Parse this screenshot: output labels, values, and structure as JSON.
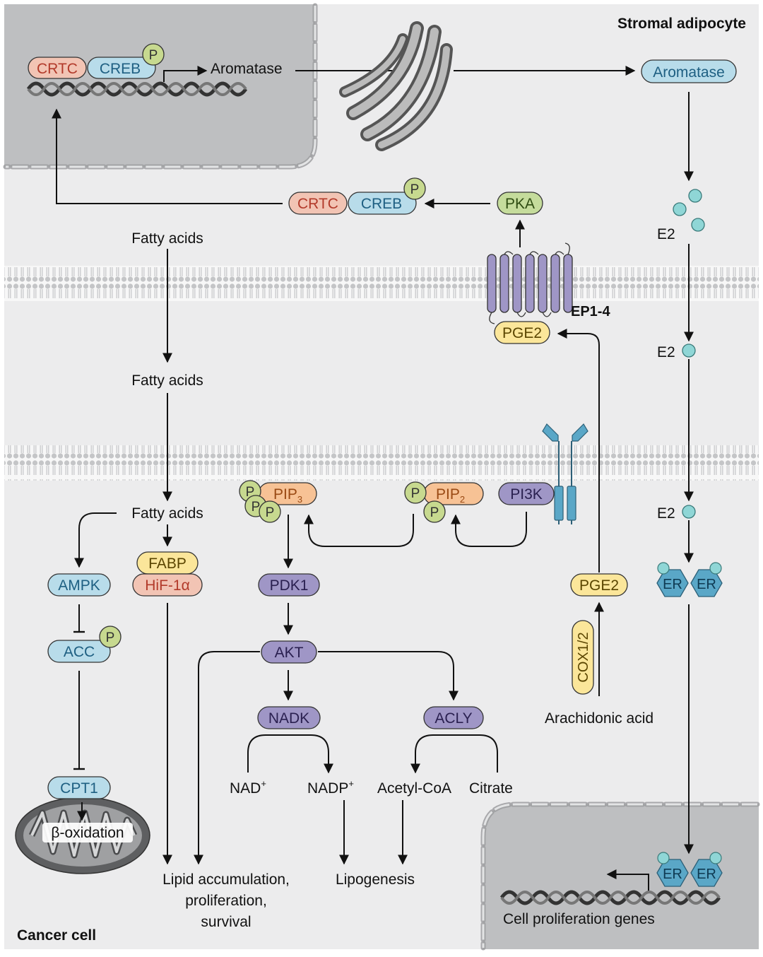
{
  "regions": {
    "stromal_adipocyte": "Stromal adipocyte",
    "cancer_cell": "Cancer cell",
    "ep_receptor": "EP1-4"
  },
  "proteins": {
    "crtc_top": "CRTC",
    "creb_top": "CREB",
    "crtc_mid": "CRTC",
    "creb_mid": "CREB",
    "pka": "PKA",
    "aromatase_protein": "Aromatase",
    "pge2_receptor": "PGE2",
    "pge2_lower": "PGE2",
    "cox": "COX1/2",
    "ampk": "AMPK",
    "acc": "ACC",
    "cpt1": "CPT1",
    "fabp": "FABP",
    "hif": "HiF-1α",
    "pdk1": "PDK1",
    "akt": "AKT",
    "nadk": "NADK",
    "acly": "ACLY",
    "pi3k": "PI3K",
    "er": "ER",
    "phospho": "P"
  },
  "labels": {
    "aromatase_gene": "Aromatase",
    "fatty_acids": "Fatty acids",
    "e2": "E2",
    "arachidonic_acid": "Arachidonic acid",
    "beta_oxidation": "β-oxidation",
    "nad": "NAD",
    "nadp": "NADP",
    "plus": "+",
    "acetyl_coa": "Acetyl-CoA",
    "citrate": "Citrate",
    "lipogenesis": "Lipogenesis",
    "lipid_line1": "Lipid accumulation,",
    "lipid_line2": "proliferation,",
    "lipid_line3": "survival",
    "cell_prolif_genes": "Cell proliferation genes",
    "pip3": "PIP",
    "pip3_sub": "3",
    "pip2": "PIP",
    "pip2_sub": "2"
  },
  "colors": {
    "crtc": "#f2c4b4",
    "creb": "#b8dcea",
    "phospho": "#c7d98f",
    "pka": "#c5dc9c",
    "yellow": "#fbe69a",
    "purple": "#9f96c6",
    "pip": "#f7c295",
    "er": "#5aa7c7",
    "e2": "#8fd6d6",
    "cell_bg": "#e9eaeb",
    "nucleus": "#bfc0c2"
  }
}
